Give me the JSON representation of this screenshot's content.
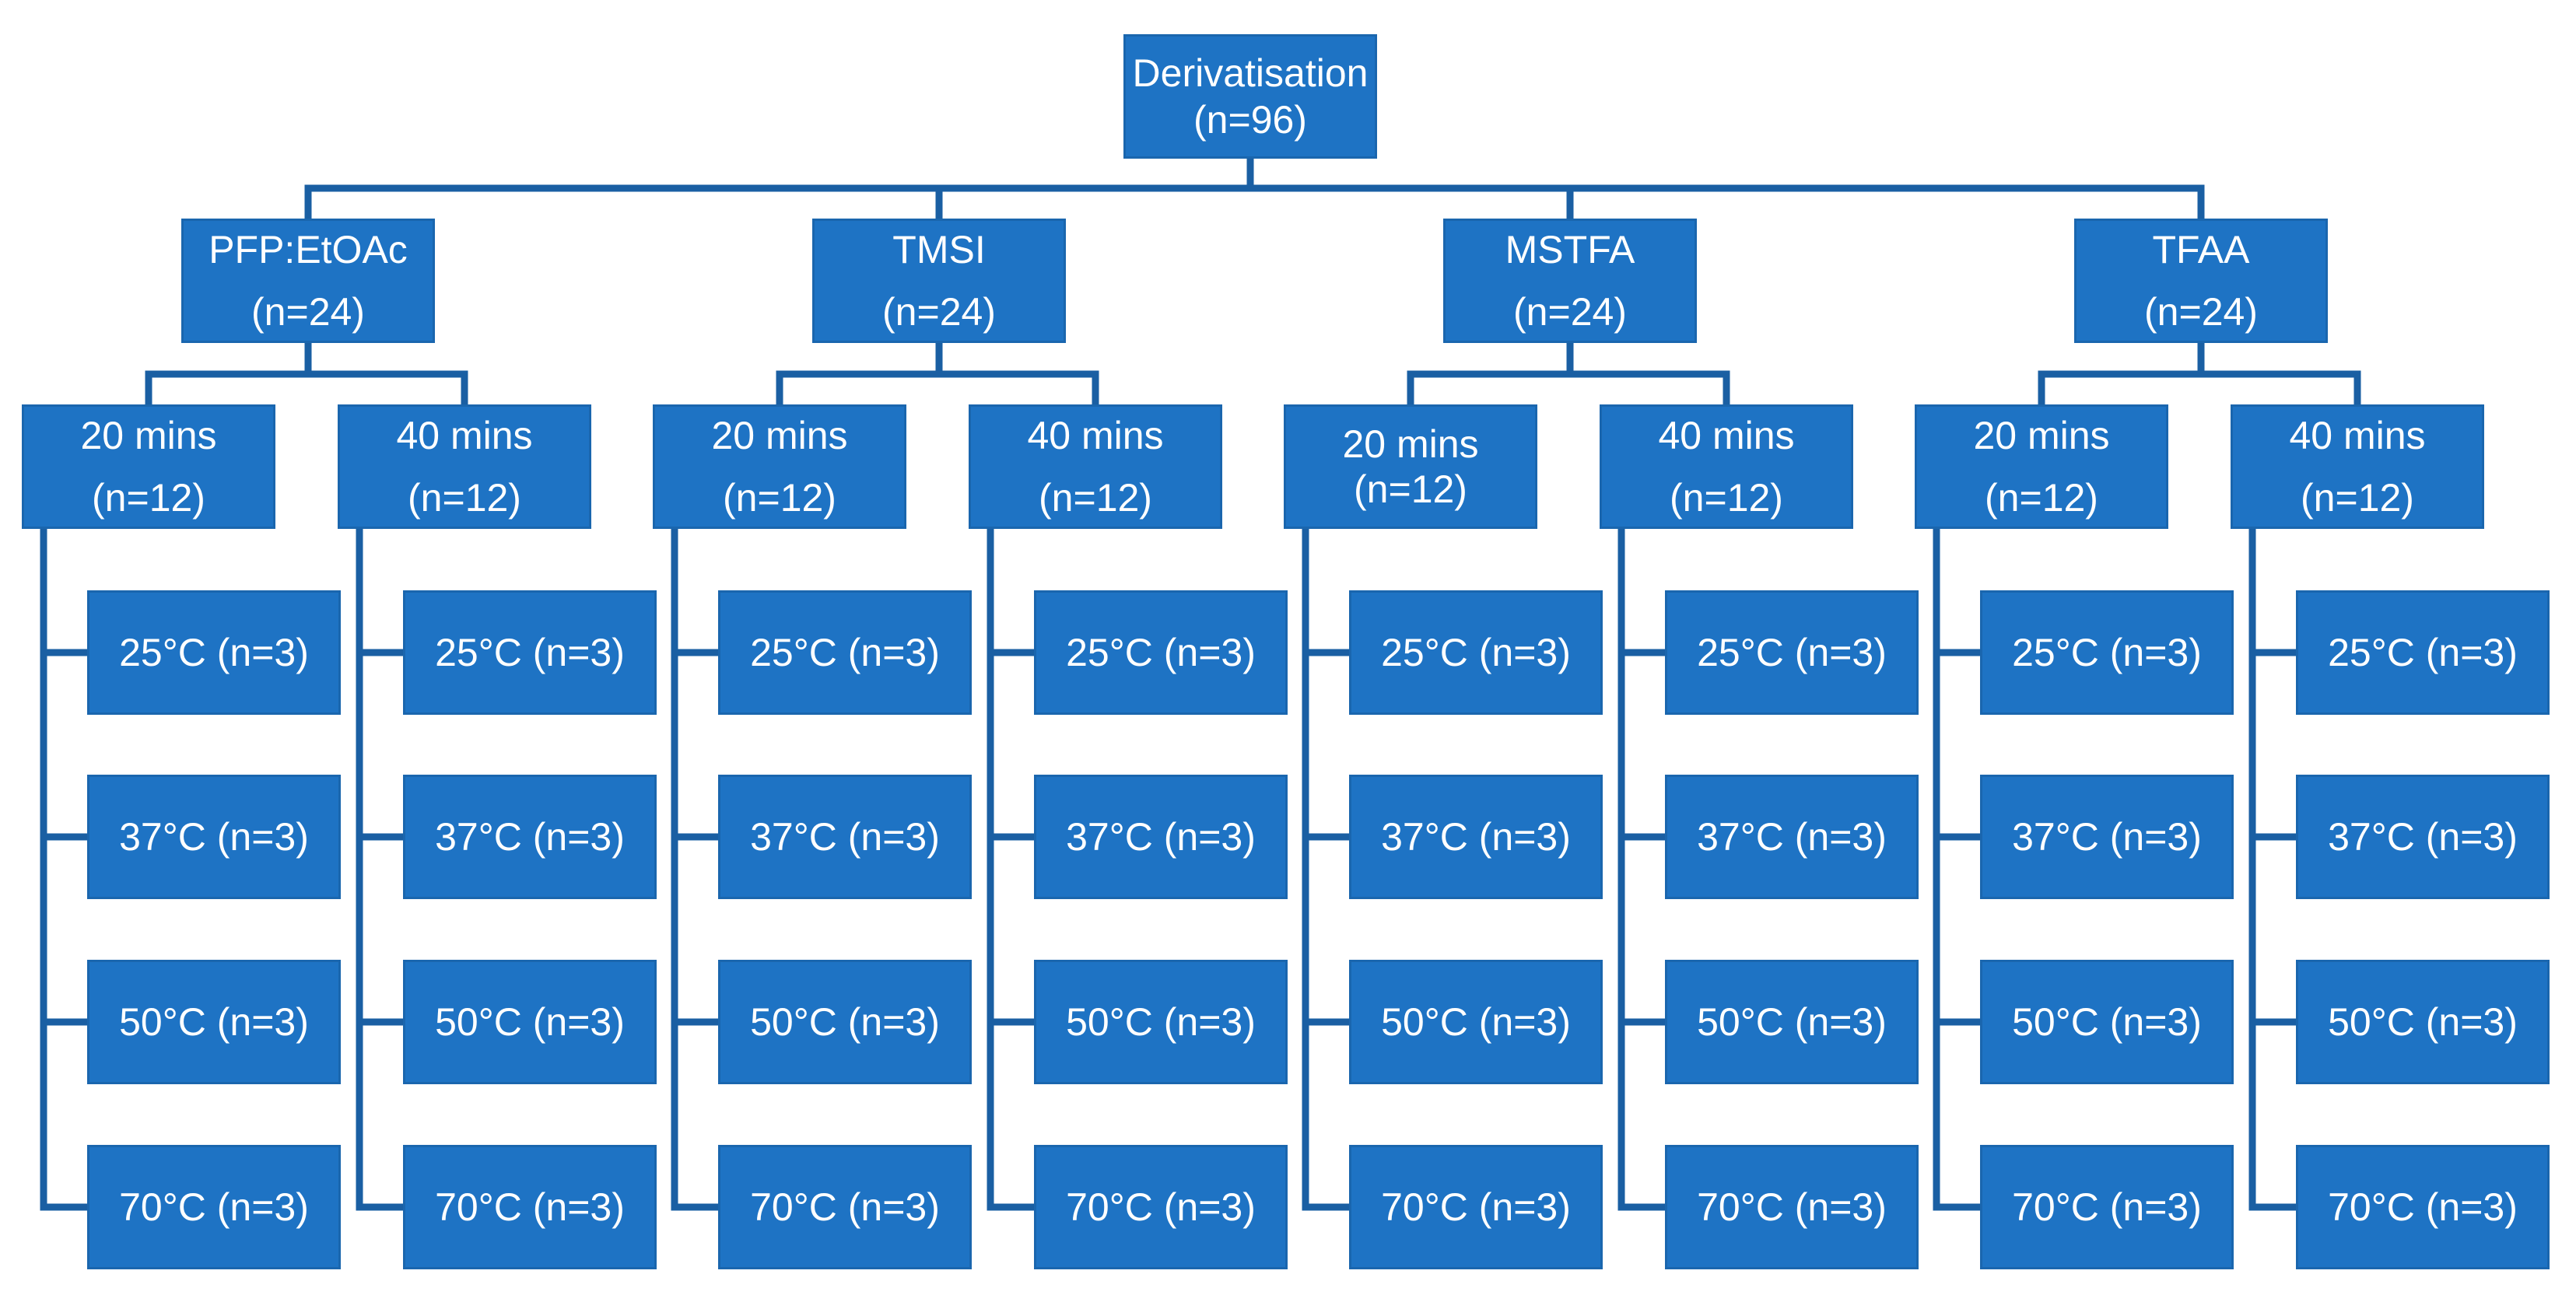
{
  "colors": {
    "box": "#1E73C4",
    "line": "#1A5FA3",
    "text": "#FFFFFF"
  },
  "root": {
    "label": "Derivatisation",
    "count": "(n=96)"
  },
  "reagents": [
    {
      "label": "PFP:EtOAc",
      "count": "(n=24)",
      "times": [
        {
          "label": "20 mins",
          "count": "(n=12)",
          "temps": [
            "25°C (n=3)",
            "37°C (n=3)",
            "50°C (n=3)",
            "70°C (n=3)"
          ]
        },
        {
          "label": "40 mins",
          "count": "(n=12)",
          "temps": [
            "25°C (n=3)",
            "37°C (n=3)",
            "50°C (n=3)",
            "70°C (n=3)"
          ]
        }
      ]
    },
    {
      "label": "TMSI",
      "count": "(n=24)",
      "times": [
        {
          "label": "20 mins",
          "count": "(n=12)",
          "temps": [
            "25°C (n=3)",
            "37°C (n=3)",
            "50°C (n=3)",
            "70°C (n=3)"
          ]
        },
        {
          "label": "40 mins",
          "count": "(n=12)",
          "temps": [
            "25°C (n=3)",
            "37°C (n=3)",
            "50°C (n=3)",
            "70°C (n=3)"
          ]
        }
      ]
    },
    {
      "label": "MSTFA",
      "count": "(n=24)",
      "times": [
        {
          "label": "20 mins",
          "count": "(n=12)",
          "temps": [
            "25°C (n=3)",
            "37°C (n=3)",
            "50°C (n=3)",
            "70°C (n=3)"
          ]
        },
        {
          "label": "40 mins",
          "count": "(n=12)",
          "temps": [
            "25°C (n=3)",
            "37°C (n=3)",
            "50°C (n=3)",
            "70°C (n=3)"
          ]
        }
      ]
    },
    {
      "label": "TFAA",
      "count": "(n=24)",
      "times": [
        {
          "label": "20 mins",
          "count": "(n=12)",
          "temps": [
            "25°C (n=3)",
            "37°C (n=3)",
            "50°C (n=3)",
            "70°C (n=3)"
          ]
        },
        {
          "label": "40 mins",
          "count": "(n=12)",
          "temps": [
            "25°C (n=3)",
            "37°C (n=3)",
            "50°C (n=3)",
            "70°C (n=3)"
          ]
        }
      ]
    }
  ]
}
